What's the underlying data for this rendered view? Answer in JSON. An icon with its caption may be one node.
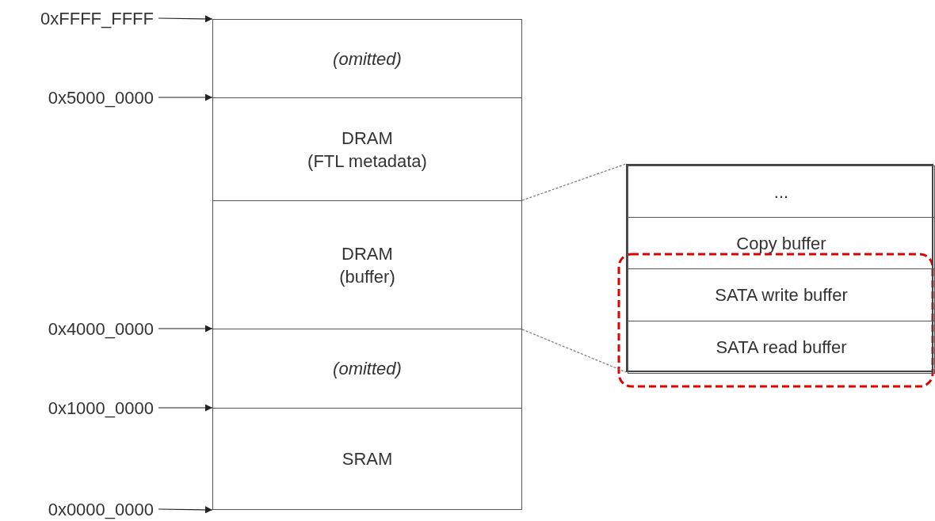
{
  "diagram": {
    "nodes": [
      {
        "text": [
          "(omitted)"
        ]
      },
      {
        "text": [
          "DRAM (FTL metadata)"
        ]
      },
      {
        "text": [
          "DRAM (buffer)"
        ]
      },
      {
        "text": [
          "(omitted)"
        ]
      },
      {
        "text": [
          "SRAM"
        ]
      },
      {
        "text": [],
        "shape": "box"
      },
      {
        "text": [
          "..."
        ],
        "in": 5
      },
      {
        "text": [
          "Copy buffer"
        ],
        "in": 5
      },
      {
        "text": [
          "SATA write buffer"
        ],
        "in": 5
      },
      {
        "text": [
          "SATA read buffer"
        ],
        "in": 5
      },
      {
        "text": [
          "0xFFFF_FFFF"
        ]
      },
      {
        "text": [
          "0x5000_0000"
        ]
      },
      {
        "text": [
          "0x4000_0000"
        ]
      },
      {
        "text": [
          "0x1000_0000"
        ]
      },
      {
        "text": [
          "0x0000_0000"
        ]
      }
    ],
    "edges": [
      {
        "from": 10,
        "to": 0,
        "arrow": "to"
      },
      {
        "from": 11,
        "to": 1,
        "arrow": "to"
      },
      {
        "from": 12,
        "to": 3,
        "arrow": "to"
      },
      {
        "from": 13,
        "to": 4,
        "arrow": "to"
      },
      {
        "from": 14,
        "to": 4,
        "arrow": "to"
      },
      {
        "from": 2,
        "to": 5,
        "arrow": "none",
        "style": "dashed"
      },
      {
        "from": 2,
        "to": 5,
        "arrow": "none",
        "style": "dashed"
      }
    ]
  }
}
